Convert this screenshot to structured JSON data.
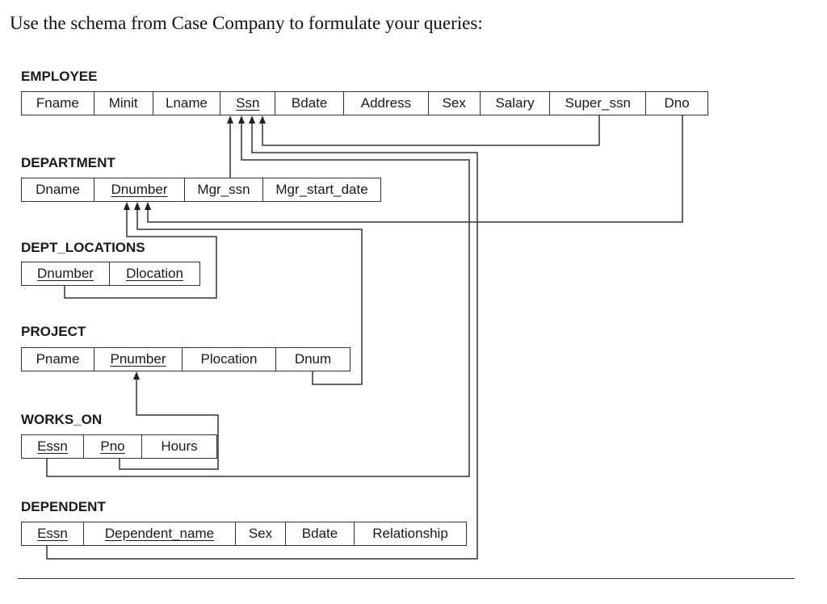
{
  "intro_text": "Use the schema from Case Company to formulate your queries:",
  "tables": {
    "employee": {
      "name": "EMPLOYEE",
      "attributes": [
        {
          "label": "Fname",
          "key": false
        },
        {
          "label": "Minit",
          "key": false
        },
        {
          "label": "Lname",
          "key": false
        },
        {
          "label": "Ssn",
          "key": true
        },
        {
          "label": "Bdate",
          "key": false
        },
        {
          "label": "Address",
          "key": false
        },
        {
          "label": "Sex",
          "key": false
        },
        {
          "label": "Salary",
          "key": false
        },
        {
          "label": "Super_ssn",
          "key": false
        },
        {
          "label": "Dno",
          "key": false
        }
      ]
    },
    "department": {
      "name": "DEPARTMENT",
      "attributes": [
        {
          "label": "Dname",
          "key": false
        },
        {
          "label": "Dnumber",
          "key": true
        },
        {
          "label": "Mgr_ssn",
          "key": false
        },
        {
          "label": "Mgr_start_date",
          "key": false
        }
      ]
    },
    "dept_locations": {
      "name": "DEPT_LOCATIONS",
      "attributes": [
        {
          "label": "Dnumber",
          "key": true
        },
        {
          "label": "Dlocation",
          "key": true
        }
      ]
    },
    "project": {
      "name": "PROJECT",
      "attributes": [
        {
          "label": "Pname",
          "key": false
        },
        {
          "label": "Pnumber",
          "key": true
        },
        {
          "label": "Plocation",
          "key": false
        },
        {
          "label": "Dnum",
          "key": false
        }
      ]
    },
    "works_on": {
      "name": "WORKS_ON",
      "attributes": [
        {
          "label": "Essn",
          "key": true
        },
        {
          "label": "Pno",
          "key": true
        },
        {
          "label": "Hours",
          "key": false
        }
      ]
    },
    "dependent": {
      "name": "DEPENDENT",
      "attributes": [
        {
          "label": "Essn",
          "key": true
        },
        {
          "label": "Dependent_name",
          "key": true
        },
        {
          "label": "Sex",
          "key": false
        },
        {
          "label": "Bdate",
          "key": false
        },
        {
          "label": "Relationship",
          "key": false
        }
      ]
    }
  },
  "foreign_keys": [
    {
      "from": "EMPLOYEE.Super_ssn",
      "to": "EMPLOYEE.Ssn"
    },
    {
      "from": "DEPARTMENT.Mgr_ssn",
      "to": "EMPLOYEE.Ssn"
    },
    {
      "from": "WORKS_ON.Essn",
      "to": "EMPLOYEE.Ssn"
    },
    {
      "from": "DEPENDENT.Essn",
      "to": "EMPLOYEE.Ssn"
    },
    {
      "from": "EMPLOYEE.Dno",
      "to": "DEPARTMENT.Dnumber"
    },
    {
      "from": "DEPT_LOCATIONS.Dnumber",
      "to": "DEPARTMENT.Dnumber"
    },
    {
      "from": "PROJECT.Dnum",
      "to": "DEPARTMENT.Dnumber"
    },
    {
      "from": "WORKS_ON.Pno",
      "to": "PROJECT.Pnumber"
    }
  ]
}
